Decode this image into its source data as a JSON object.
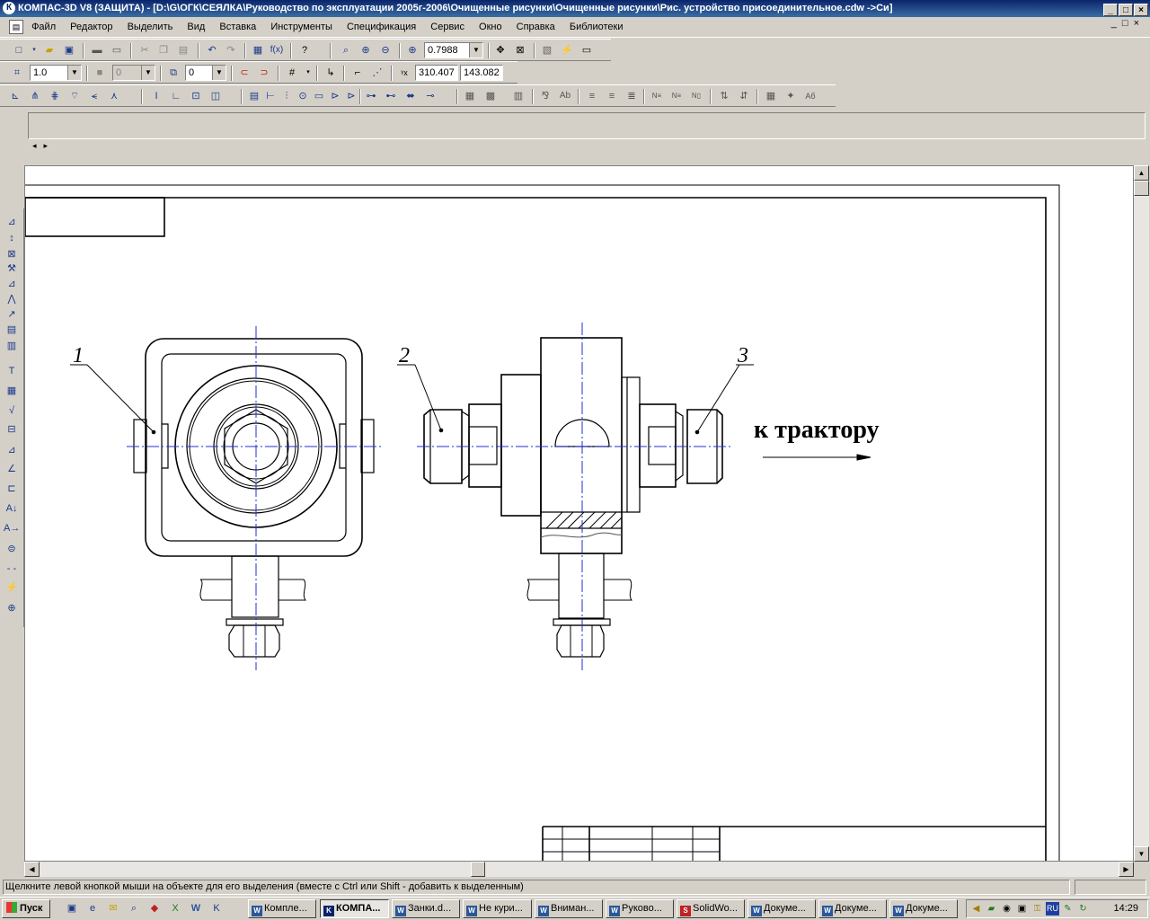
{
  "window": {
    "title": "КОМПАС-3D V8 (ЗАЩИТА) - [D:\\G\\ОГК\\СЕЯЛКА\\Руководство по эксплуатации 2005г-2006\\Очищенные рисунки\\Очищенные рисунки\\Рис. устройство присоединительное.cdw ->Си]",
    "app_icon": "kompas-icon",
    "buttons": [
      "_",
      "□",
      "×"
    ]
  },
  "menu": {
    "items": [
      "Файл",
      "Редактор",
      "Выделить",
      "Вид",
      "Вставка",
      "Инструменты",
      "Спецификация",
      "Сервис",
      "Окно",
      "Справка",
      "Библиотеки"
    ],
    "mdi_buttons": [
      "_",
      "□",
      "×"
    ]
  },
  "toolbar1": {
    "zoom_value": "0.7988"
  },
  "toolbar2": {
    "step_value": "1.0",
    "layer_value": "0",
    "style_value": "0",
    "coord_x": "310.407",
    "coord_y": "143.082"
  },
  "drawing": {
    "callouts": [
      "1",
      "2",
      "3"
    ],
    "annotation": "к трактору"
  },
  "status": {
    "text": "Щелкните левой кнопкой мыши на объекте для его выделения (вместе с Ctrl или Shift - добавить к выделенным)"
  },
  "taskbar": {
    "start_label": "Пуск",
    "tasks": [
      {
        "label": "Компле...",
        "icon": "word-icon",
        "active": false
      },
      {
        "label": "КОМПА...",
        "icon": "kompas-icon",
        "active": true
      },
      {
        "label": "Занки.d...",
        "icon": "word-icon",
        "active": false
      },
      {
        "label": "Не кури...",
        "icon": "word-icon",
        "active": false
      },
      {
        "label": "Вниман...",
        "icon": "word-icon",
        "active": false
      },
      {
        "label": "Руково...",
        "icon": "word-icon",
        "active": false
      },
      {
        "label": "SolidWo...",
        "icon": "solidworks-icon",
        "active": false
      },
      {
        "label": "Докуме...",
        "icon": "word-icon",
        "active": false
      },
      {
        "label": "Докуме...",
        "icon": "word-icon",
        "active": false
      },
      {
        "label": "Докуме...",
        "icon": "word-icon",
        "active": false
      }
    ],
    "tray_lang": "RU",
    "clock": "14:29"
  }
}
